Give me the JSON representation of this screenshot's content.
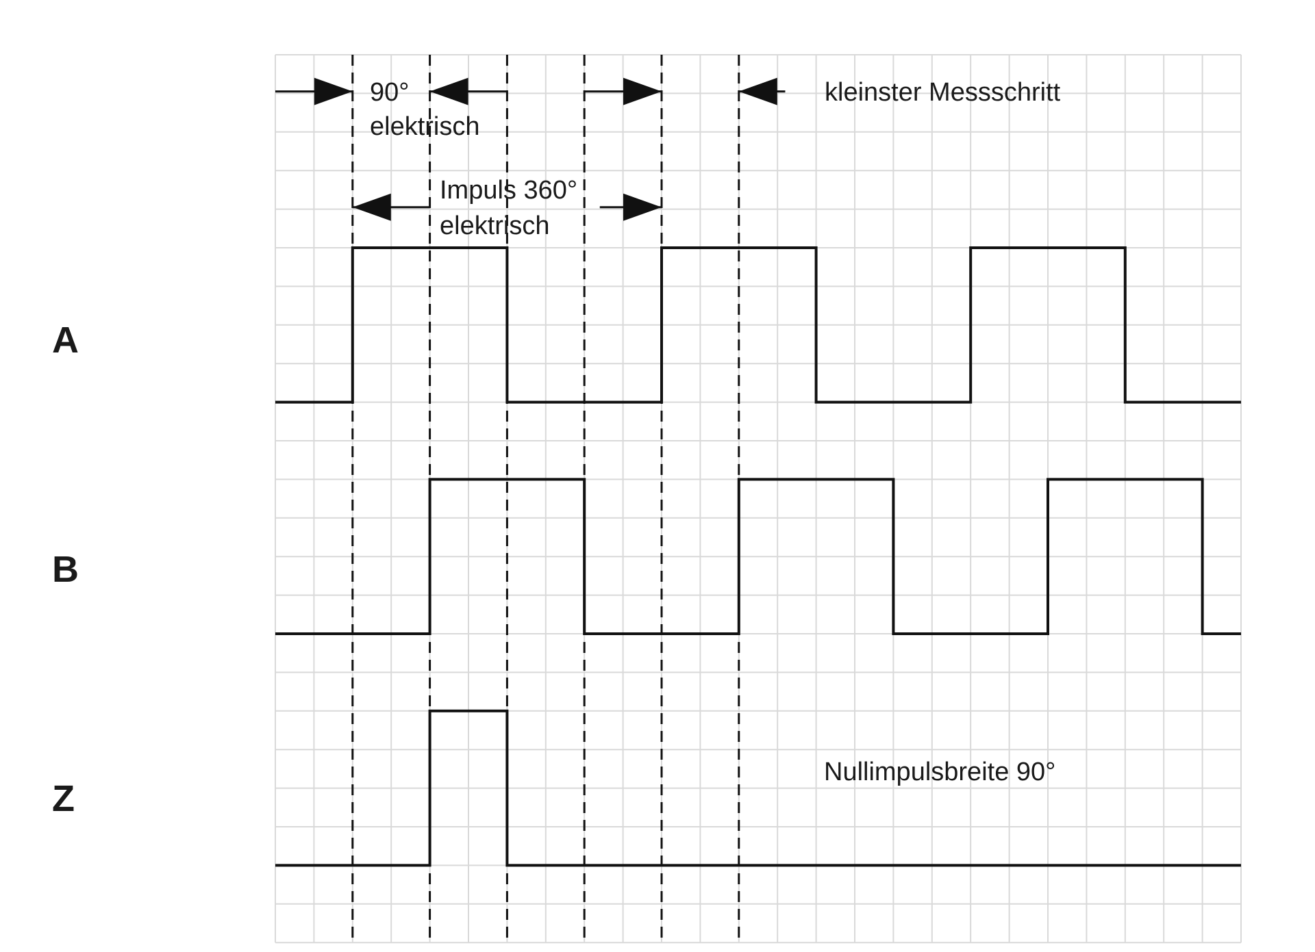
{
  "grid": {
    "columns": 25,
    "rows": 23,
    "line_color": "#d9d9d9"
  },
  "signals": [
    {
      "name": "A",
      "low_row": 9,
      "high_row": 5,
      "transitions": [
        2,
        6,
        10,
        14,
        18,
        22
      ]
    },
    {
      "name": "B",
      "low_row": 15,
      "high_row": 11,
      "transitions": [
        4,
        8,
        12,
        16,
        20,
        24
      ]
    },
    {
      "name": "Z",
      "low_row": 21,
      "high_row": 17,
      "transitions": [
        4,
        6
      ]
    }
  ],
  "dashed_markers": [
    2,
    4,
    6,
    8,
    10,
    12
  ],
  "annotations": {
    "phase_value": "90°",
    "phase_unit": "elektrisch",
    "pulse_value": "Impuls 360°",
    "pulse_unit": "elektrisch",
    "min_step": "kleinster Messschritt",
    "zero_pulse": "Nullimpulsbreite 90°"
  },
  "colors": {
    "signal": "#111111",
    "text": "#1a1a1a"
  }
}
